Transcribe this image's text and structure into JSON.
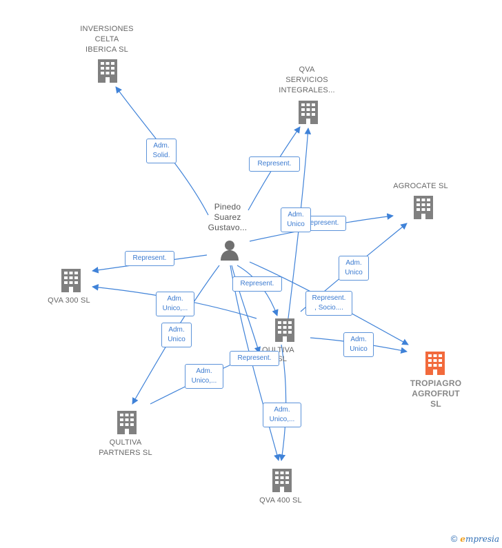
{
  "colors": {
    "edge": "#3f82d8",
    "node": "#808080",
    "highlight": "#f26a3c"
  },
  "nodes": {
    "inversiones": {
      "label": "INVERSIONES\nCELTA\nIBERICA  SL",
      "icon": "building-icon"
    },
    "qva_servicios": {
      "label": "QVA\nSERVICIOS\nINTEGRALES...",
      "icon": "building-icon"
    },
    "agrocate": {
      "label": "AGROCATE  SL",
      "icon": "building-icon"
    },
    "person": {
      "label": "Pinedo\nSuarez\nGustavo...",
      "icon": "person-icon"
    },
    "qva300": {
      "label": "QVA 300  SL",
      "icon": "building-icon"
    },
    "qultiva101": {
      "label": "QULTIVA\n101  SL",
      "icon": "building-icon"
    },
    "tropiagro": {
      "label": "TROPIAGRO\nAGROFRUT\nSL",
      "icon": "building-icon"
    },
    "qultiva_partners": {
      "label": "QULTIVA\nPARTNERS  SL",
      "icon": "building-icon"
    },
    "qva400": {
      "label": "QVA 400  SL",
      "icon": "building-icon"
    }
  },
  "edge_labels": {
    "adm_solid": "Adm.\nSolid.",
    "represent_qva_serv": "Represent.",
    "adm_unico_qva_serv": "Adm.\nUnico",
    "represent_agrocate": "Represent.",
    "represent_qva300": "Represent.",
    "adm_unico_dots_qva300": "Adm.\nUnico,...",
    "adm_unico_agrocate": "Adm.\nUnico",
    "represent_qultiva101": "Represent.",
    "represent_socio": "Represent.\n, Socio....",
    "adm_unico_partners": "Adm.\nUnico",
    "adm_unico_tropiagro": "Adm.\nUnico",
    "represent_qva400": "Represent.",
    "adm_unico_dots_partners": "Adm.\nUnico,...",
    "adm_unico_dots_qva400": "Adm.\nUnico,..."
  },
  "footer": {
    "copyright": "©",
    "brand_e": "e",
    "brand_rest": "mpresia"
  }
}
